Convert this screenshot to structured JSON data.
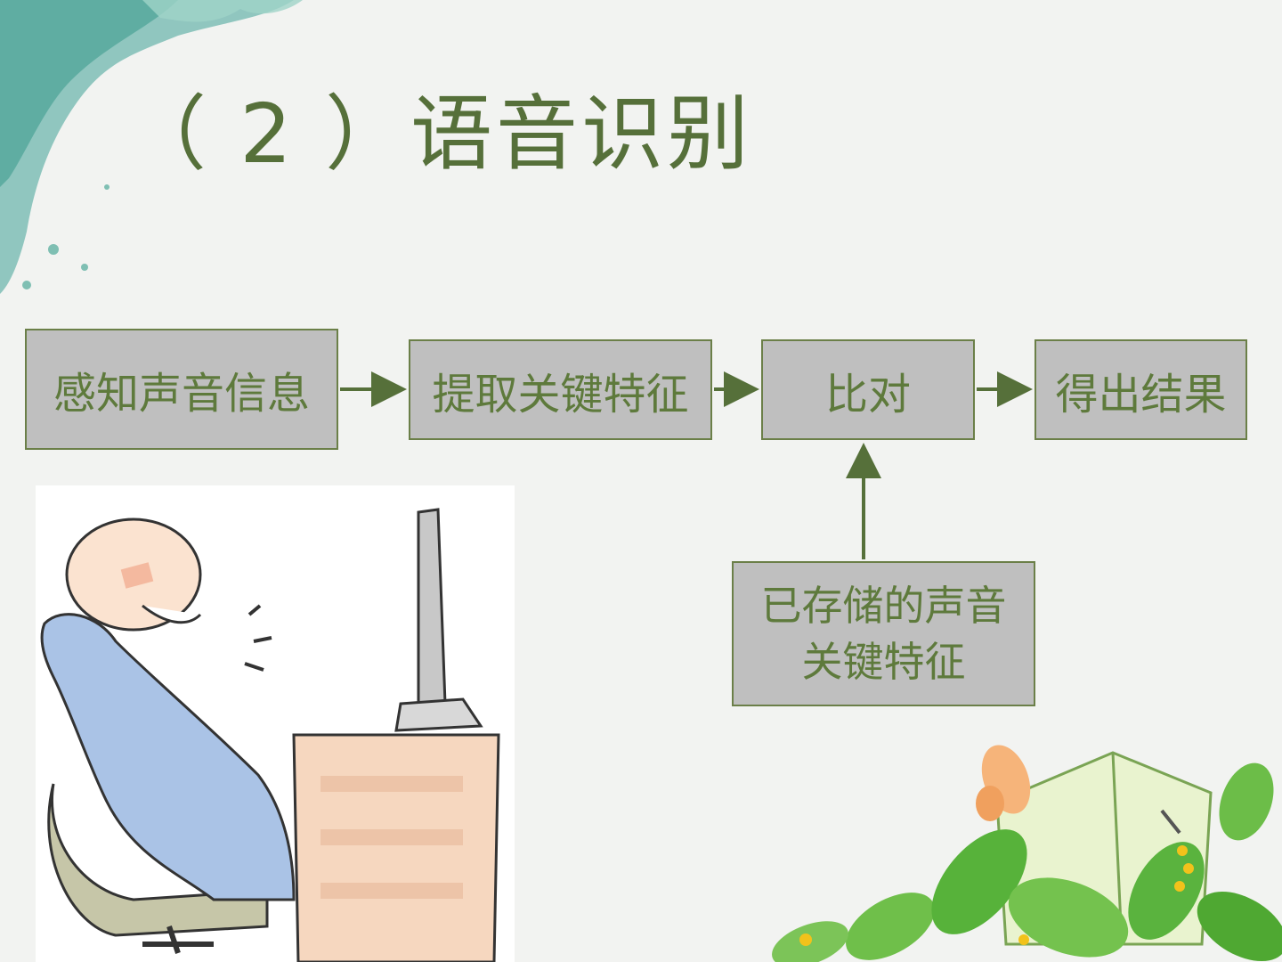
{
  "title": "（ 2 ）语音识别",
  "diagram": {
    "nodes": [
      {
        "id": "perceive",
        "label": "感知声音信息"
      },
      {
        "id": "extract",
        "label": "提取关键特征"
      },
      {
        "id": "compare",
        "label": "比对"
      },
      {
        "id": "result",
        "label": "得出结果"
      },
      {
        "id": "stored",
        "label_line1": "已存储的声音",
        "label_line2": "关键特征"
      }
    ],
    "edges": [
      {
        "from": "perceive",
        "to": "extract"
      },
      {
        "from": "extract",
        "to": "compare"
      },
      {
        "from": "compare",
        "to": "result"
      },
      {
        "from": "stored",
        "to": "compare"
      }
    ]
  },
  "colors": {
    "title": "#56703a",
    "box_fill": "#bfbfbf",
    "box_border": "#6b7f48",
    "arrow": "#56703a"
  }
}
